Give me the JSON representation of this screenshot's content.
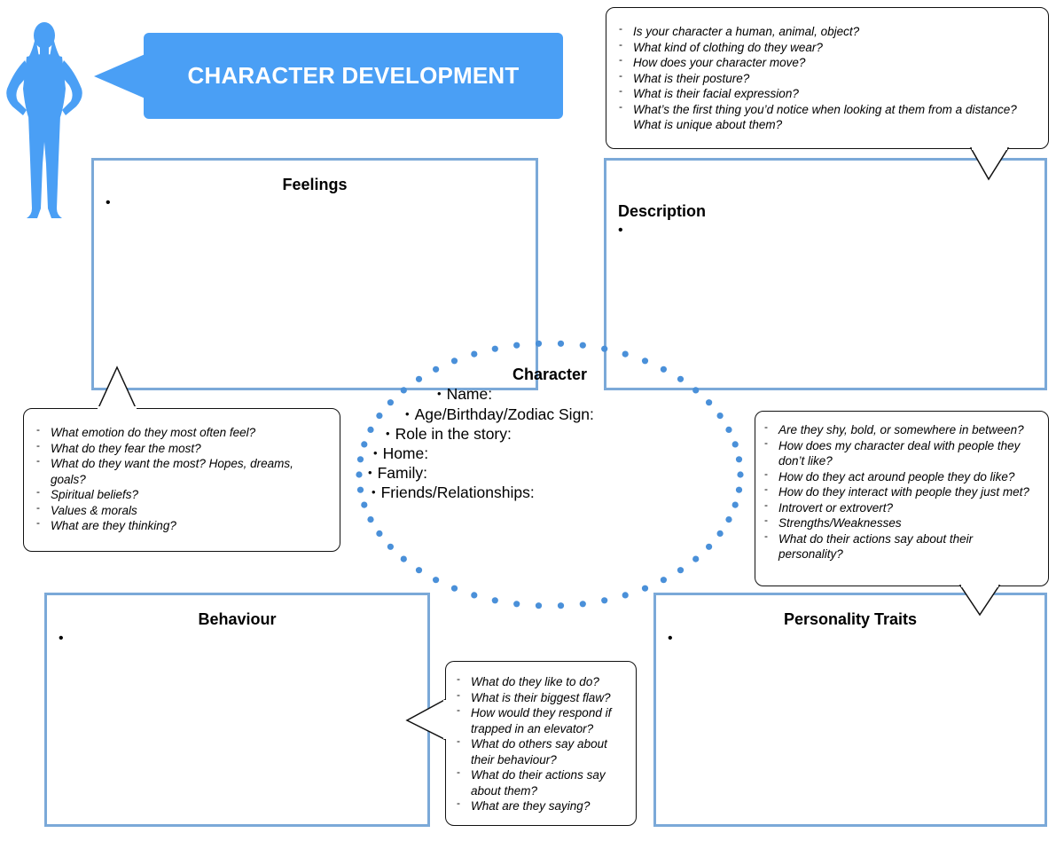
{
  "colors": {
    "accent": "#4a9ff5",
    "box_border": "#7ba9d8",
    "dots": "#4a90d9"
  },
  "icons": {
    "figure": "woman-silhouette-icon"
  },
  "header": {
    "title": "CHARACTER DEVELOPMENT"
  },
  "character": {
    "title": "Character",
    "fields": [
      "Name:",
      "Age/Birthday/Zodiac Sign:",
      "Role in the story:",
      "Home:",
      "Family:",
      "Friends/Relationships:"
    ]
  },
  "boxes": {
    "feelings": {
      "title": "Feelings",
      "bullet": "•"
    },
    "description": {
      "title": "Description",
      "bullet": "•"
    },
    "behaviour": {
      "title": "Behaviour",
      "bullet": "•"
    },
    "personality": {
      "title": "Personality Traits",
      "bullet": "•"
    }
  },
  "prompts": {
    "description": [
      "Is your character a human, animal, object?",
      "What kind of clothing do they wear?",
      "How does your character move?",
      "What is their posture?",
      "What is their facial expression?",
      "What’s the first thing you’d notice when looking at them from a distance? What is unique about them?"
    ],
    "feelings": [
      "What emotion do they most often feel?",
      "What do they fear the most?",
      "What do they want the most? Hopes, dreams, goals?",
      "Spiritual beliefs?",
      "Values & morals",
      "What are they thinking?"
    ],
    "personality": [
      "Are they shy, bold, or somewhere in between?",
      "How does my character deal with people they don’t like?",
      "How do they act around people they do like?",
      "How do they interact with people they just met?",
      "Introvert or extrovert?",
      "Strengths/Weaknesses",
      "What do their actions say about their personality?"
    ],
    "behaviour": [
      "What do they like to do?",
      "What is their biggest flaw?",
      "How would they respond if trapped in an elevator?",
      "What do others say about their behaviour?",
      "What do their actions say about them?",
      "What are they saying?"
    ]
  }
}
